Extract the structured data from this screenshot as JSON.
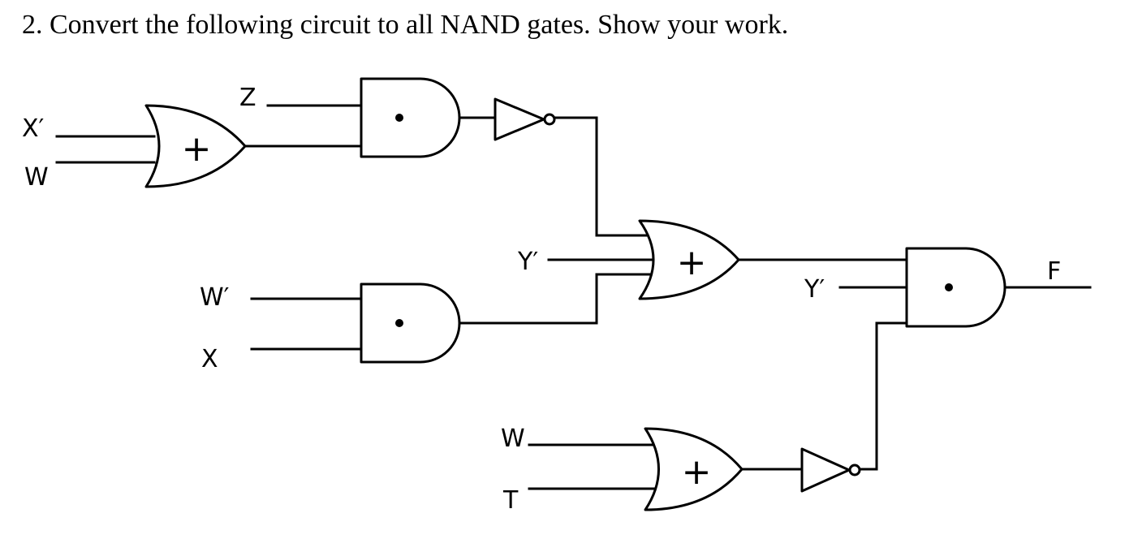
{
  "question": "2. Convert the following circuit to all NAND gates. Show your work.",
  "labels": {
    "x_prime": "X′",
    "w_top": "W",
    "z": "Z",
    "w_prime": "W′",
    "x": "X",
    "y_prime_mid": "Y′",
    "y_prime_right": "Y′",
    "w_bottom": "W",
    "t": "T",
    "f": "F"
  },
  "gate_symbols": {
    "or": "+",
    "and": "•"
  }
}
